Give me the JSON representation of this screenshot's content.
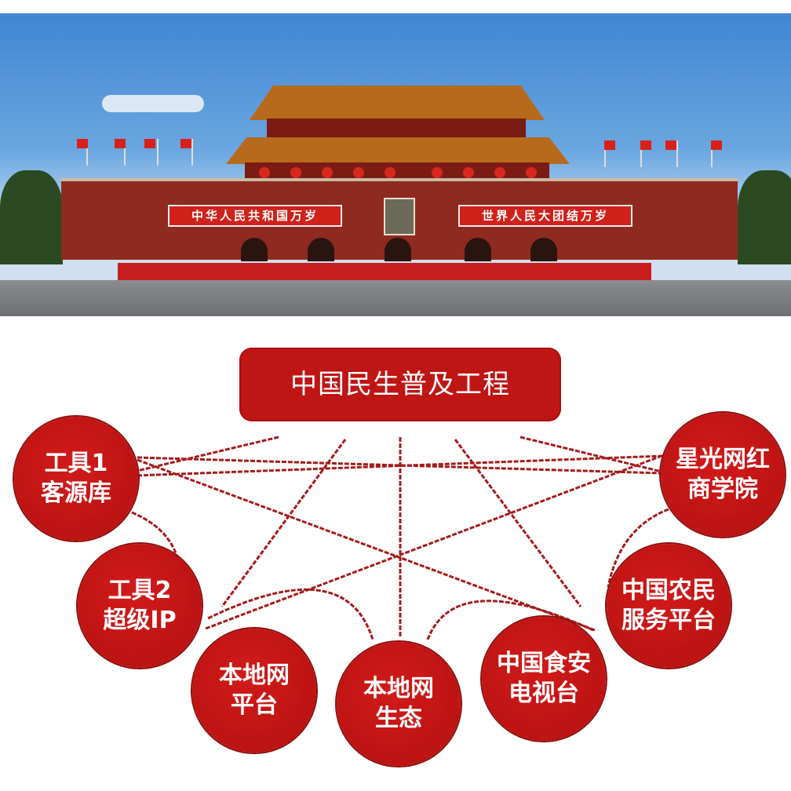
{
  "photo": {
    "banner_left": "中华人民共和国万岁",
    "banner_right": "世界人民大团结万岁"
  },
  "diagram": {
    "title": "中国民生普及工程",
    "nodes": [
      {
        "line1": "工具1",
        "line2": "客源库"
      },
      {
        "line1": "工具2",
        "line2": "超级IP"
      },
      {
        "line1": "本地网",
        "line2": "平台"
      },
      {
        "line1": "本地网",
        "line2": "生态"
      },
      {
        "line1": "中国食安",
        "line2": "电视台"
      },
      {
        "line1": "中国农民",
        "line2": "服务平台"
      },
      {
        "line1": "星光网红",
        "line2": "商学院"
      }
    ],
    "colors": {
      "primary": "#bf1515",
      "line": "#a51b1b"
    }
  }
}
